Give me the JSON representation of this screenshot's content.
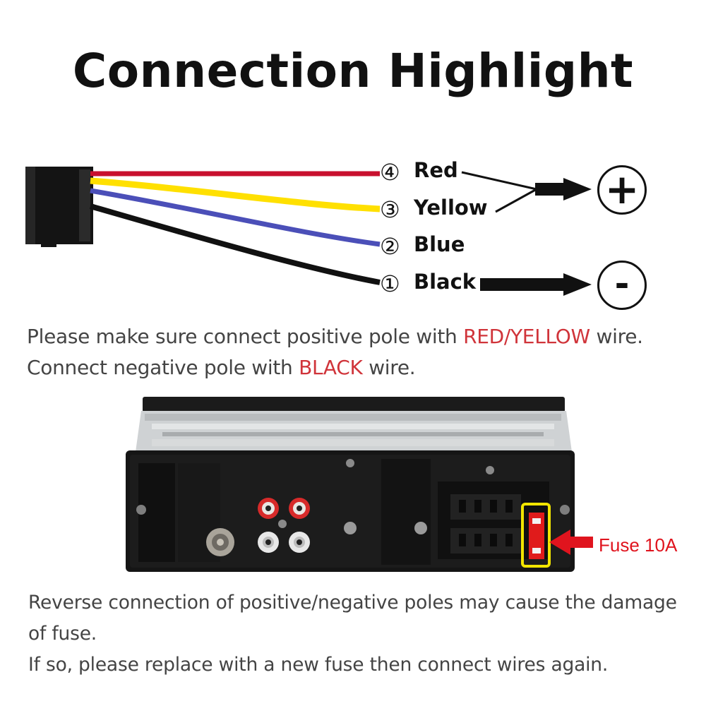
{
  "title": "Connection Highlight",
  "wires": [
    {
      "num": "④",
      "label": "Red",
      "color": "#c8102e"
    },
    {
      "num": "③",
      "label": "Yellow",
      "color": "#ffe000"
    },
    {
      "num": "②",
      "label": "Blue",
      "color": "#4b4fb8"
    },
    {
      "num": "①",
      "label": "Black",
      "color": "#111111"
    }
  ],
  "poles": {
    "positive": "+",
    "negative": "-"
  },
  "notes": {
    "line1_pre": "Please make sure connect positive pole with ",
    "line1_hl": "RED/YELLOW",
    "line1_post": " wire.",
    "line2_pre": "Connect negative pole with ",
    "line2_hl": "BLACK",
    "line2_post": " wire.",
    "highlight_color": "#d0343a"
  },
  "fuse_label": "Fuse 10A",
  "bottom_notes": {
    "line1": "Reverse connection of positive/negative poles may cause the damage",
    "line2": "of fuse.",
    "line3": "If so, please replace with a new fuse then connect wires again."
  }
}
